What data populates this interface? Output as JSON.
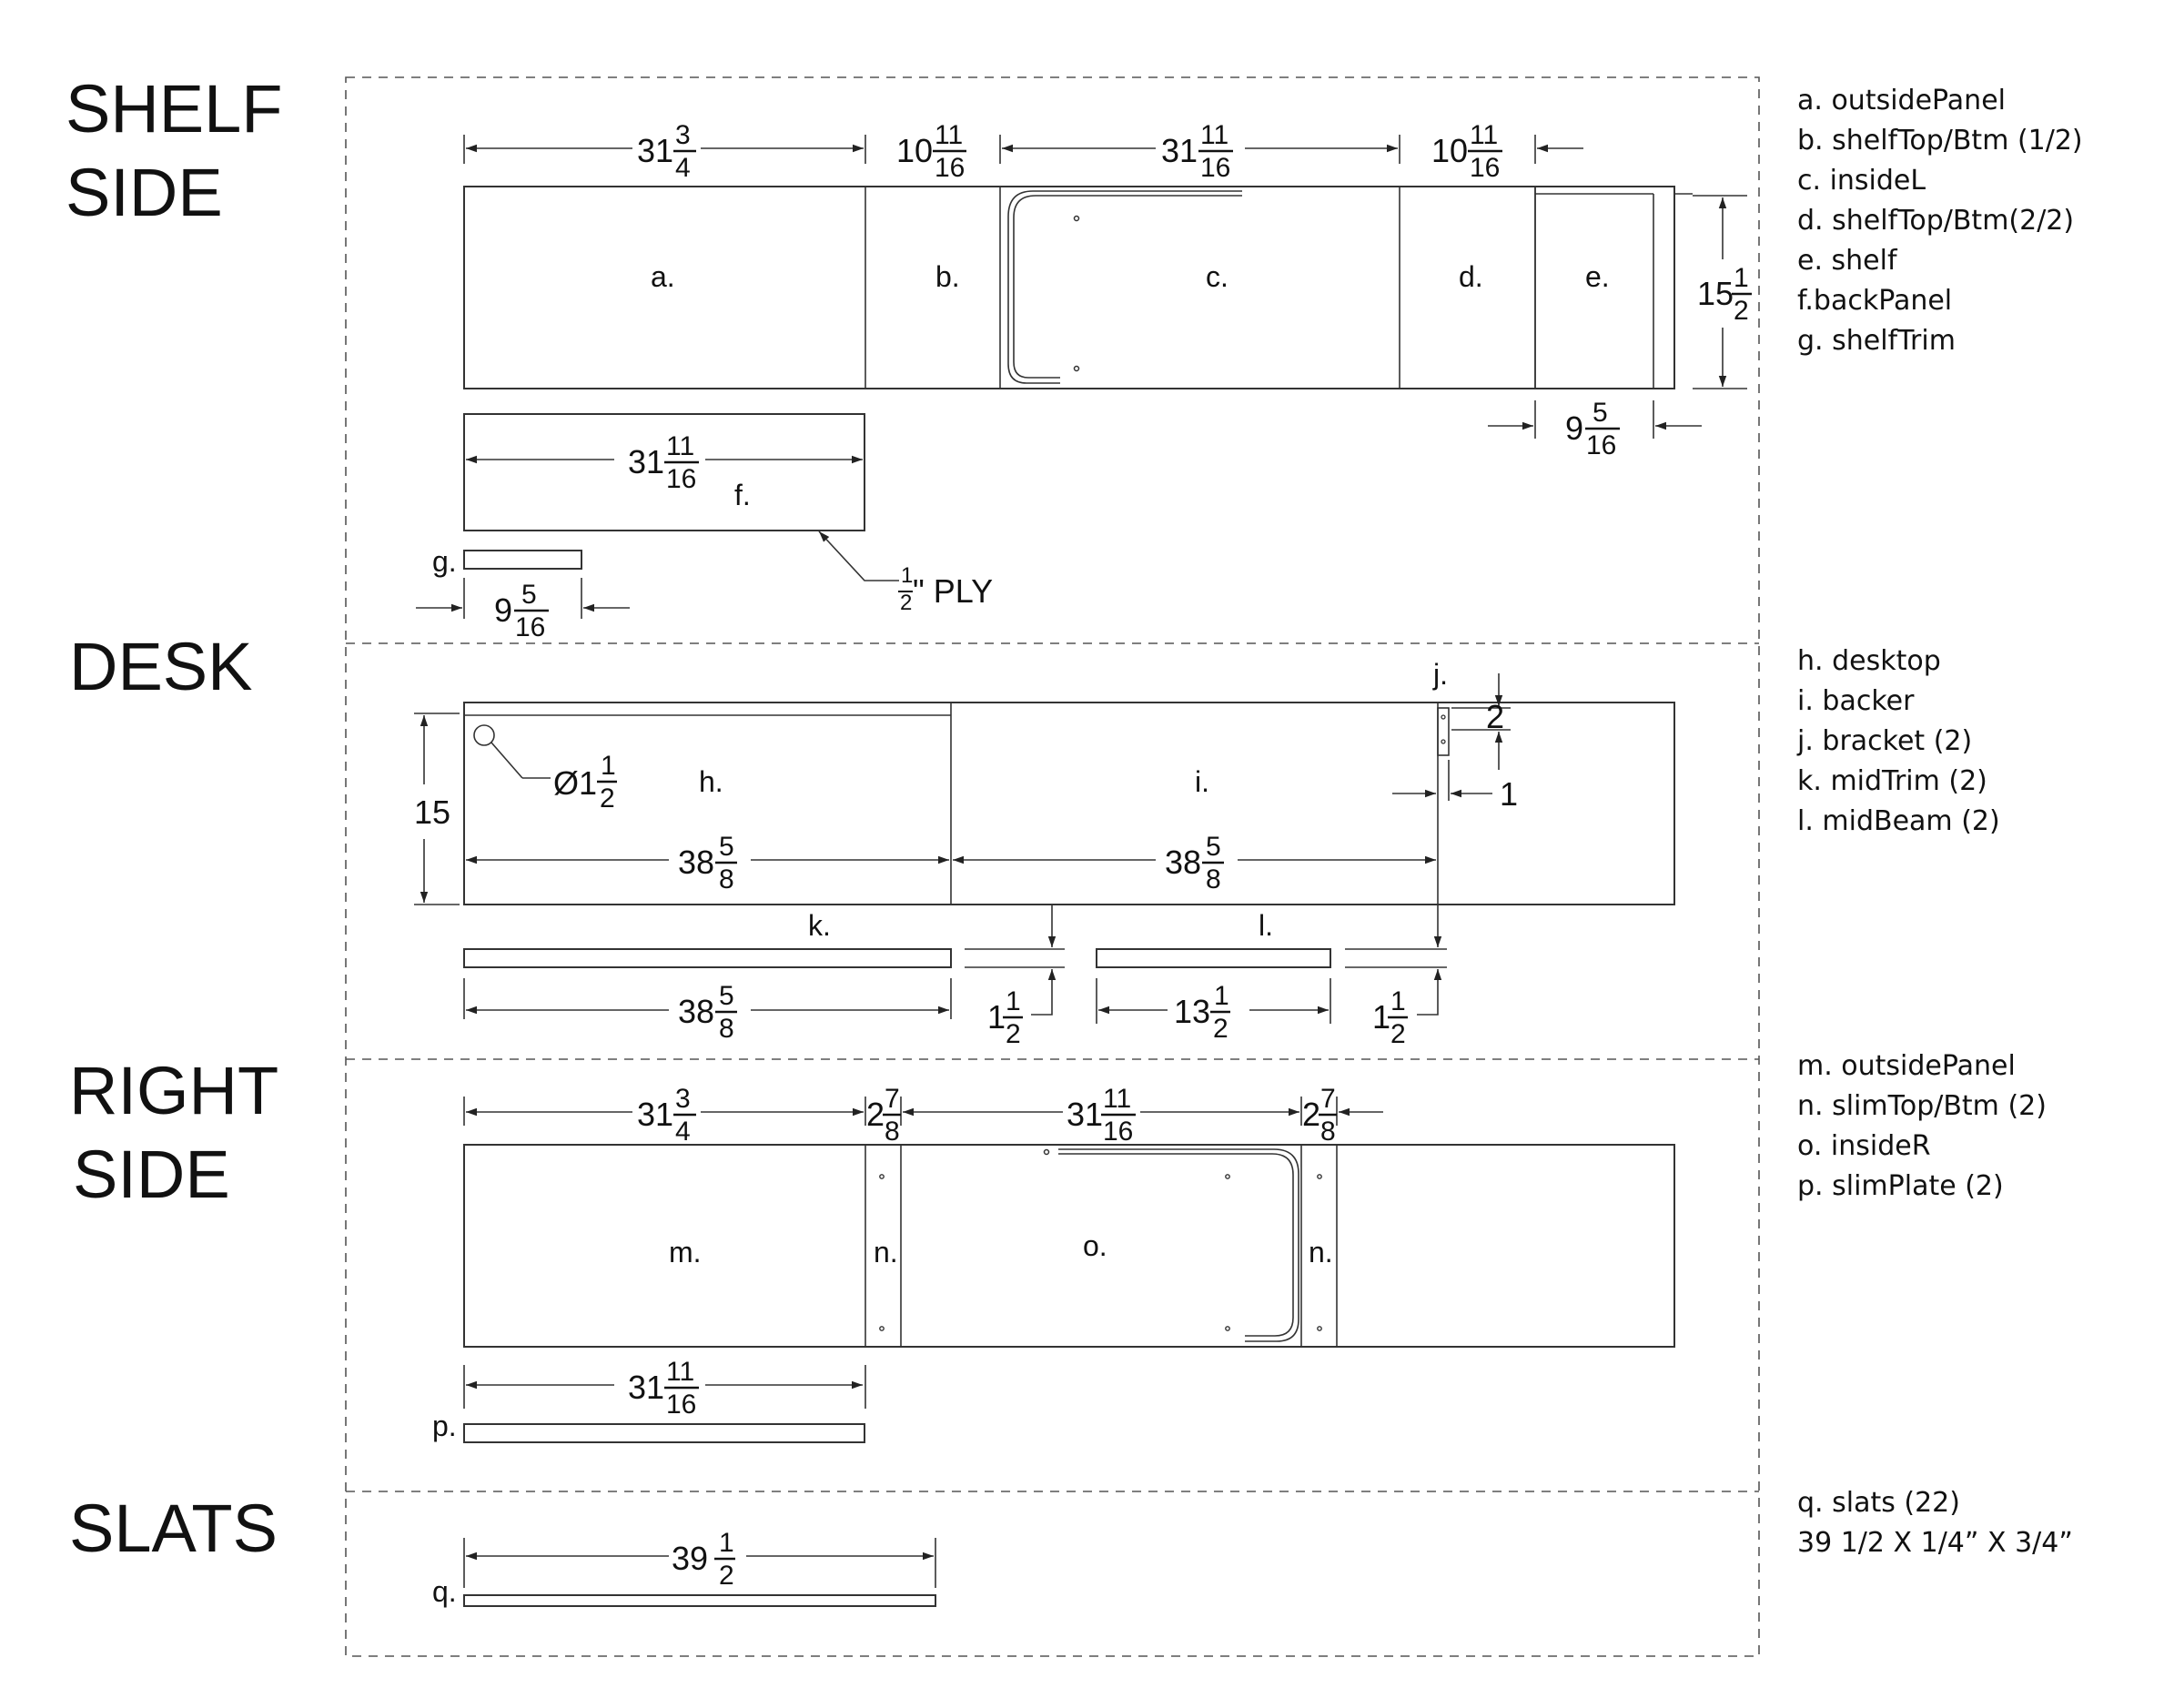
{
  "sections": {
    "shelf_side": {
      "title_line1": "SHELF",
      "title_line2": "SIDE"
    },
    "desk": {
      "title": "DESK"
    },
    "right_side": {
      "title_line1": "RIGHT",
      "title_line2": "SIDE"
    },
    "slats": {
      "title": "SLATS"
    }
  },
  "legend": {
    "shelf_side": [
      "a. outsidePanel",
      "b. shelfTop/Btm (1/2)",
      "c. insideL",
      "d. shelfTop/Btm(2/2)",
      "e. shelf",
      "f.backPanel",
      "g. shelfTrim"
    ],
    "desk": [
      "h. desktop",
      "i. backer",
      "j. bracket (2)",
      "k. midTrim (2)",
      "l. midBeam (2)"
    ],
    "right_side": [
      "m. outsidePanel",
      "n. slimTop/Btm (2)",
      "o. insideR",
      "p. slimPlate (2)"
    ],
    "slats": [
      "q. slats (22)",
      "39 1/2 X 1/4” X 3/4”"
    ]
  },
  "parts": {
    "a": "a.",
    "b": "b.",
    "c": "c.",
    "d": "d.",
    "e": "e.",
    "f": "f.",
    "g": "g.",
    "h": "h.",
    "i": "i.",
    "j": "j.",
    "k": "k.",
    "l": "l.",
    "m": "m.",
    "n": "n.",
    "o": "o.",
    "p": "p.",
    "q": "q."
  },
  "ply_note": {
    "frac_num": "1",
    "frac_den": "2",
    "text": "\" PLY"
  },
  "dims": {
    "a_w": {
      "whole": "31",
      "num": "3",
      "den": "4"
    },
    "b_w": {
      "whole": "10",
      "num": "11",
      "den": "16"
    },
    "c_w": {
      "whole": "31",
      "num": "11",
      "den": "16"
    },
    "d_w": {
      "whole": "10",
      "num": "11",
      "den": "16"
    },
    "shelf_h": {
      "whole": "15",
      "num": "1",
      "den": "2"
    },
    "e_w": {
      "whole": "9",
      "num": "5",
      "den": "16"
    },
    "f_w": {
      "whole": "31",
      "num": "11",
      "den": "16"
    },
    "g_w": {
      "whole": "9",
      "num": "5",
      "den": "16"
    },
    "desk_h": {
      "whole": "15"
    },
    "hole": {
      "whole": "Ø1",
      "num": "1",
      "den": "2"
    },
    "h_w": {
      "whole": "38",
      "num": "5",
      "den": "8"
    },
    "i_w": {
      "whole": "38",
      "num": "5",
      "den": "8"
    },
    "j_h": {
      "whole": "2"
    },
    "j_w": {
      "whole": "1"
    },
    "k_w": {
      "whole": "38",
      "num": "5",
      "den": "8"
    },
    "k_h": {
      "whole": "1",
      "num": "1",
      "den": "2"
    },
    "l_w": {
      "whole": "13",
      "num": "1",
      "den": "2"
    },
    "l_h": {
      "whole": "1",
      "num": "1",
      "den": "2"
    },
    "m_w": {
      "whole": "31",
      "num": "3",
      "den": "4"
    },
    "n1_w": {
      "whole": "2",
      "num": "7",
      "den": "8"
    },
    "o_w": {
      "whole": "31",
      "num": "11",
      "den": "16"
    },
    "n2_w": {
      "whole": "2",
      "num": "7",
      "den": "8"
    },
    "p_w": {
      "whole": "31",
      "num": "11",
      "den": "16"
    },
    "q_w": {
      "whole": "39",
      "num": "1",
      "den": "2"
    }
  }
}
